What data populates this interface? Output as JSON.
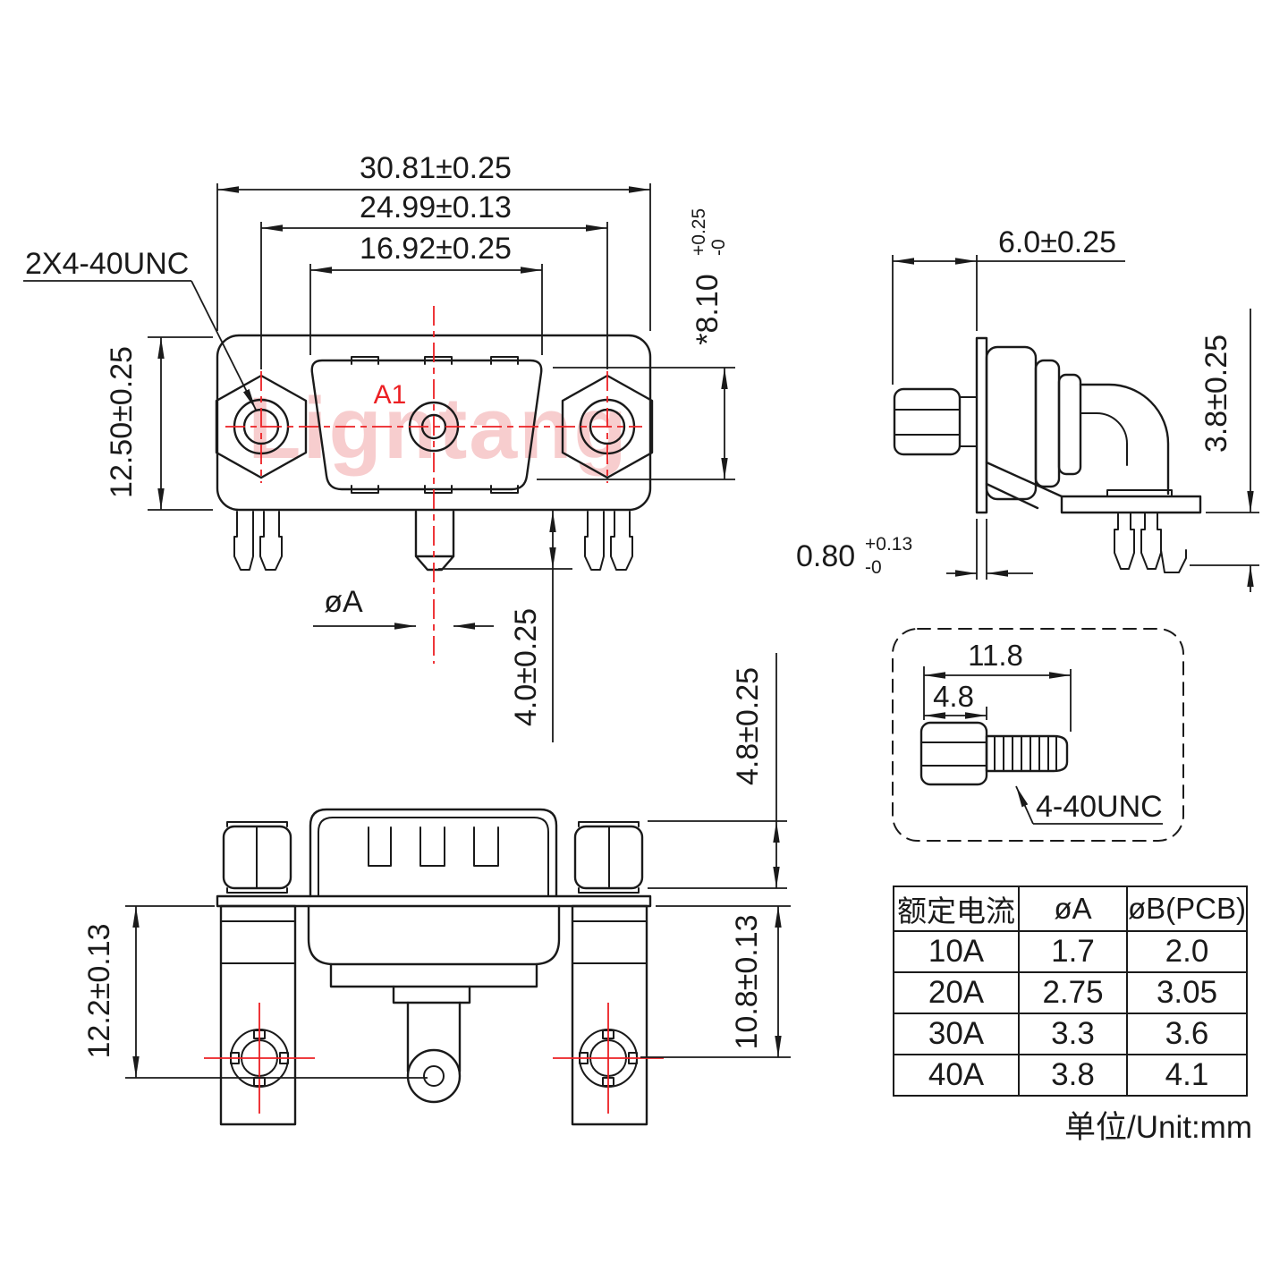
{
  "watermark": "Ligntang",
  "front_view": {
    "thread_label": "2X4-40UNC",
    "contact_label": "A1",
    "dim_width_outer": "30.81±0.25",
    "dim_width_holes": "24.99±0.13",
    "dim_width_dsub": "16.92±0.25",
    "dim_height": "12.50±0.25",
    "dim_dsub_height": "*8.10",
    "dim_dsub_height_tol_plus": "+0.25",
    "dim_dsub_height_tol_minus": "-0",
    "dim_pin_dia": "øA",
    "dim_pin_length": "4.0±0.25"
  },
  "side_view": {
    "dim_depth": "6.0±0.25",
    "dim_standoff": "3.8±0.25",
    "dim_flange_thickness": "0.80",
    "dim_flange_tol_plus": "+0.13",
    "dim_flange_tol_minus": "-0"
  },
  "bottom_view": {
    "dim_height_total": "12.2±0.13",
    "dim_height_posts": "10.8±0.13",
    "dim_nut_height": "4.8±0.25"
  },
  "screw_detail": {
    "dim_length": "11.8",
    "dim_head": "4.8",
    "thread_label": "4-40UNC"
  },
  "table": {
    "headers": [
      "额定电流",
      "øA",
      "øB(PCB)"
    ],
    "rows": [
      [
        "10A",
        "1.7",
        "2.0"
      ],
      [
        "20A",
        "2.75",
        "3.05"
      ],
      [
        "30A",
        "3.3",
        "3.6"
      ],
      [
        "40A",
        "3.8",
        "4.1"
      ]
    ],
    "unit_note": "单位/Unit:mm"
  },
  "colors": {
    "line": "#1a1a1a",
    "accent_red": "#ec2024",
    "watermark_pink": "rgba(228,90,94,0.30)"
  }
}
